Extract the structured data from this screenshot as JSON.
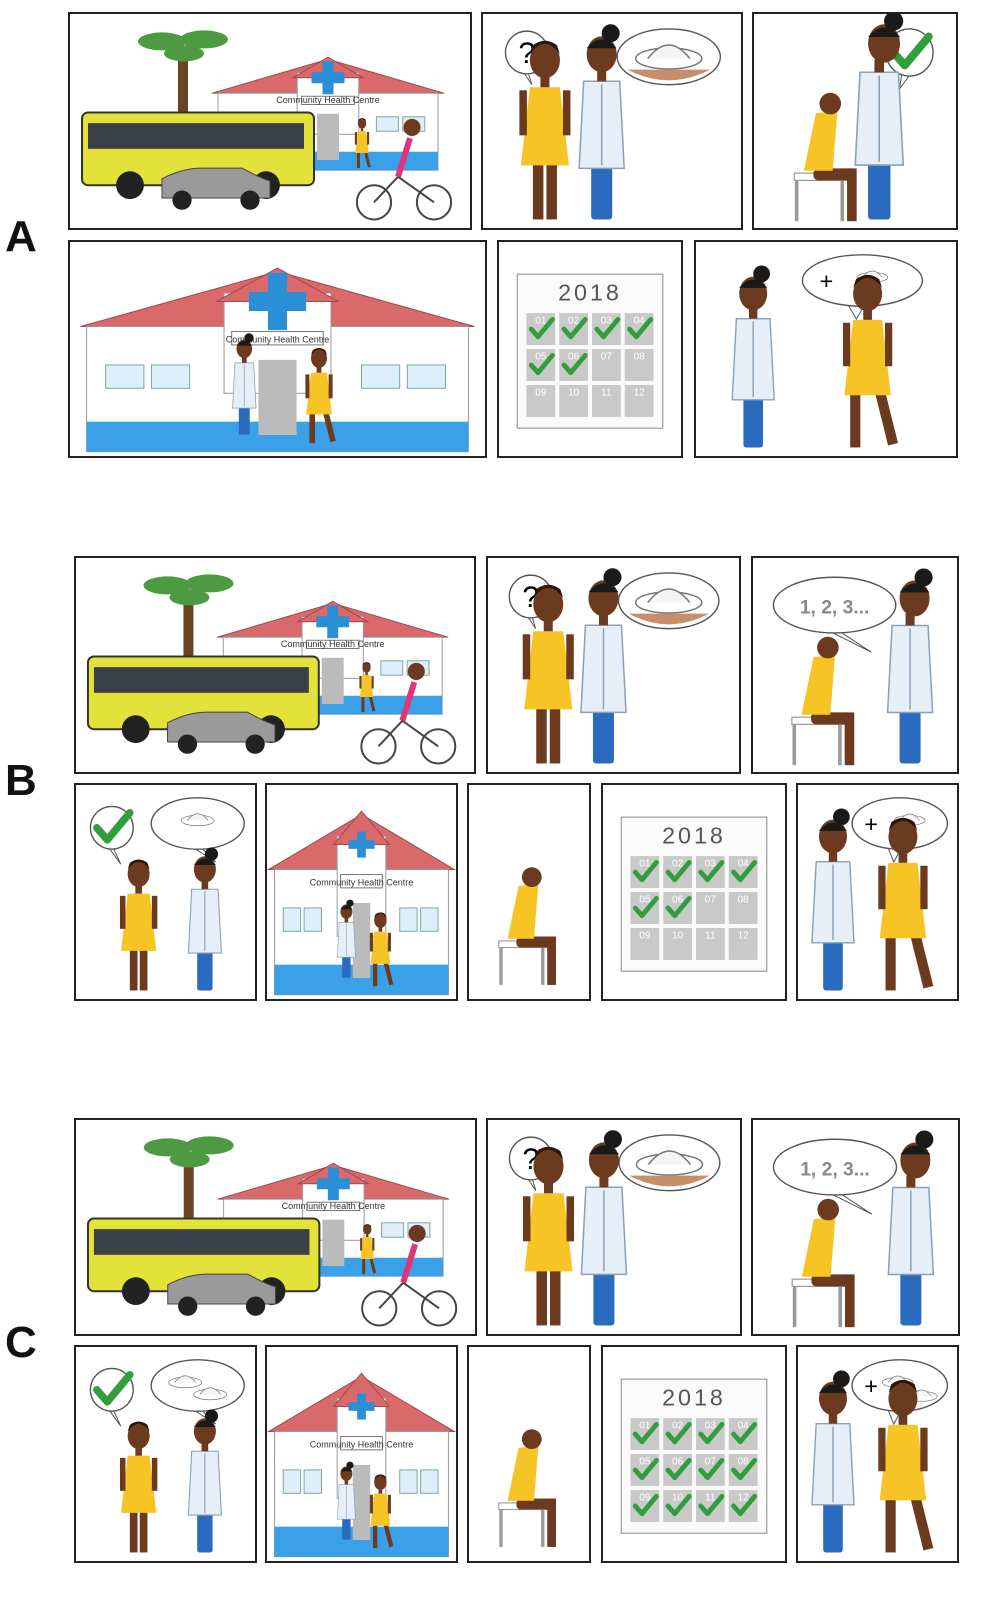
{
  "sections": [
    {
      "label": "A",
      "calendar_checked": 6,
      "clinic_speech_items": 1
    },
    {
      "label": "B",
      "calendar_checked": 6,
      "clinic_speech_items": 1
    },
    {
      "label": "C",
      "calendar_checked": 12,
      "clinic_speech_items": 2
    }
  ],
  "sign_text": "Community Health Centre",
  "calendar": {
    "year": "2018",
    "months": [
      "01",
      "02",
      "03",
      "04",
      "05",
      "06",
      "07",
      "08",
      "09",
      "10",
      "11",
      "12"
    ]
  },
  "speech": {
    "question_mark": "?",
    "counting": "1, 2, 3...",
    "plus": "+"
  },
  "colors": {
    "dress": "#f6c425",
    "skin": "#6b3a1f",
    "coat": "#e6eef8",
    "trousers": "#2a6bbf",
    "check": "#2f9e3b",
    "roof": "#d9696b",
    "bus": "#e3e23a",
    "cross": "#2b8fd6"
  }
}
